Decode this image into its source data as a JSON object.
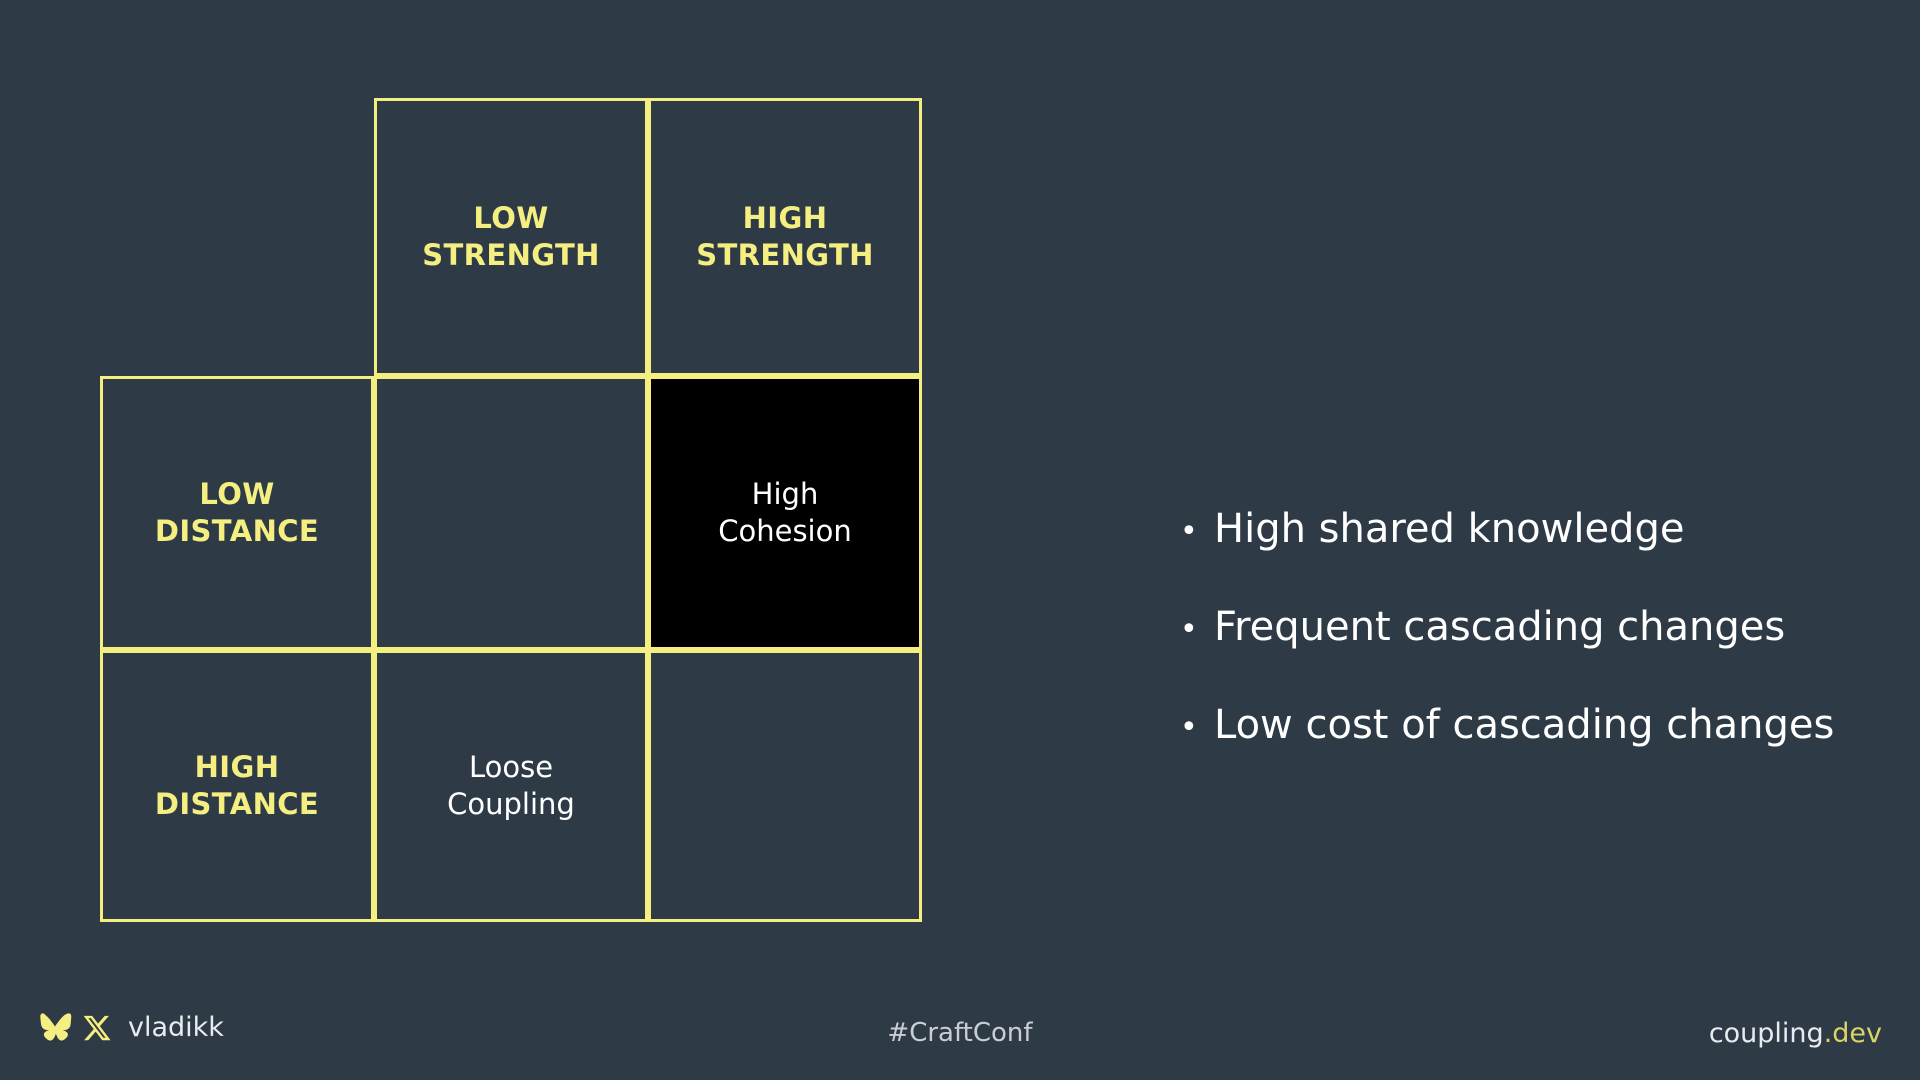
{
  "colors": {
    "background": "#2e3b47",
    "accent_yellow": "#f5ee80",
    "highlight_cell_bg": "#000000",
    "text_white": "#ffffff",
    "footer_muted": "#c8ced4"
  },
  "matrix": {
    "column_headers": [
      {
        "line1": "LOW",
        "line2": "STRENGTH"
      },
      {
        "line1": "HIGH",
        "line2": "STRENGTH"
      }
    ],
    "row_headers": [
      {
        "line1": "LOW",
        "line2": "DISTANCE"
      },
      {
        "line1": "HIGH",
        "line2": "DISTANCE"
      }
    ],
    "cells": [
      {
        "row": "LOW DISTANCE",
        "col": "LOW STRENGTH",
        "line1": "",
        "line2": "",
        "highlighted": false
      },
      {
        "row": "LOW DISTANCE",
        "col": "HIGH STRENGTH",
        "line1": "High",
        "line2": "Cohesion",
        "highlighted": true
      },
      {
        "row": "HIGH DISTANCE",
        "col": "LOW STRENGTH",
        "line1": "Loose",
        "line2": "Coupling",
        "highlighted": false
      },
      {
        "row": "HIGH DISTANCE",
        "col": "HIGH STRENGTH",
        "line1": "",
        "line2": "",
        "highlighted": false
      }
    ]
  },
  "bullets": {
    "marker": "•",
    "items": [
      "High shared knowledge",
      "Frequent cascading changes",
      "Low cost of cascading changes"
    ]
  },
  "footer": {
    "bluesky_icon": "butterfly-icon",
    "x_icon": "x-logo-icon",
    "handle": "vladikk",
    "hashtag": "#CraftConf",
    "site_name": "coupling",
    "site_tld": ".dev"
  }
}
